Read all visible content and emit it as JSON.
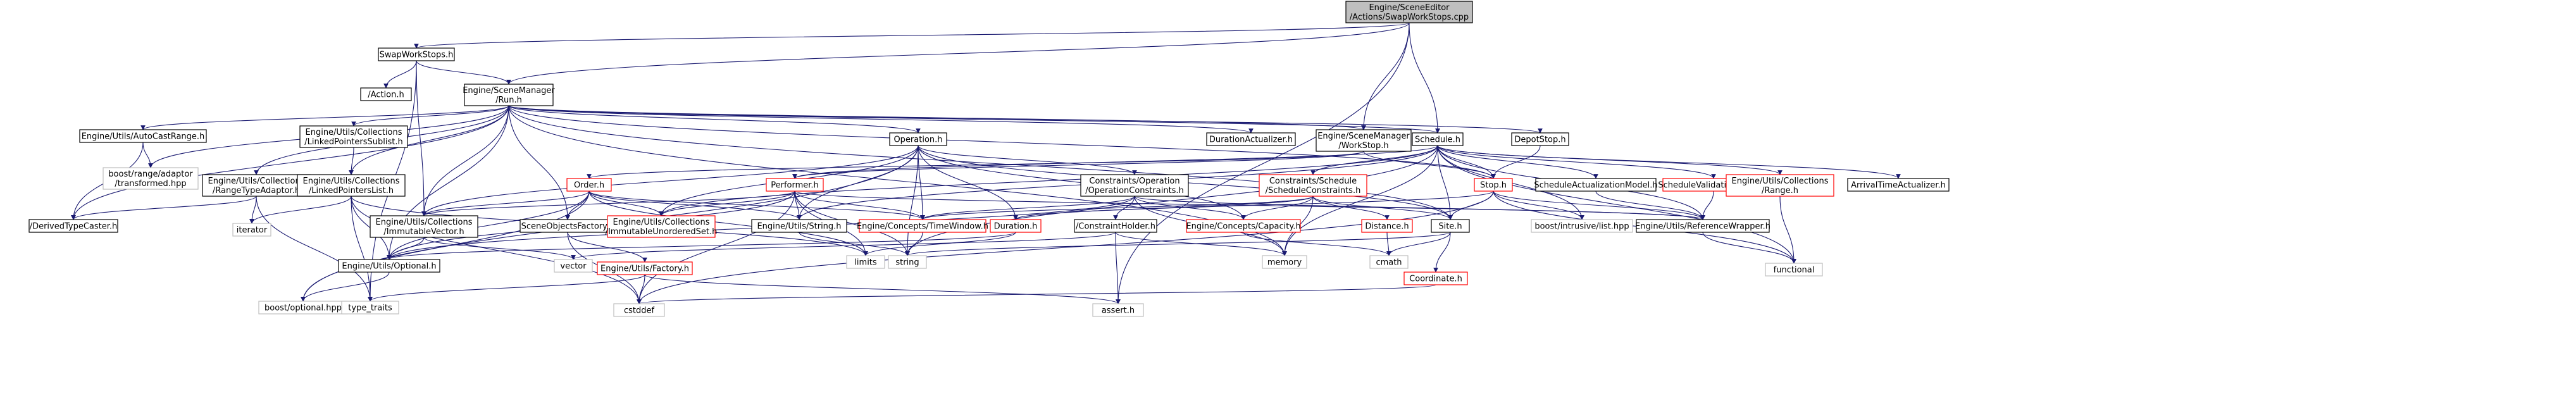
{
  "diagram": {
    "nodes": [
      {
        "id": "root",
        "lines": [
          "Engine/SceneEditor",
          "/Actions/SwapWorkStops.cpp"
        ],
        "style": "root"
      },
      {
        "id": "swapH",
        "lines": [
          "SwapWorkStops.h"
        ],
        "style": "normal"
      },
      {
        "id": "actionH",
        "lines": [
          "/Action.h"
        ],
        "style": "normal"
      },
      {
        "id": "runH",
        "lines": [
          "Engine/SceneManager",
          "/Run.h"
        ],
        "style": "normal"
      },
      {
        "id": "wsH",
        "lines": [
          "Engine/SceneManager",
          "/WorkStop.h"
        ],
        "style": "normal"
      },
      {
        "id": "schedH",
        "lines": [
          "Schedule.h"
        ],
        "style": "normal"
      },
      {
        "id": "autoCast",
        "lines": [
          "Engine/Utils/AutoCastRange.h"
        ],
        "style": "normal"
      },
      {
        "id": "lpSublist",
        "lines": [
          "Engine/Utils/Collections",
          "/LinkedPointersSublist.h"
        ],
        "style": "normal"
      },
      {
        "id": "operationH",
        "lines": [
          "Operation.h"
        ],
        "style": "normal"
      },
      {
        "id": "durActH",
        "lines": [
          "DurationActualizer.h"
        ],
        "style": "normal"
      },
      {
        "id": "depotStop",
        "lines": [
          "DepotStop.h"
        ],
        "style": "normal"
      },
      {
        "id": "boostRange",
        "lines": [
          "boost/range/adaptor",
          "/transformed.hpp"
        ],
        "style": "gray"
      },
      {
        "id": "rangeType",
        "lines": [
          "Engine/Utils/Collections",
          "/RangeTypeAdaptor.h"
        ],
        "style": "normal"
      },
      {
        "id": "lpList",
        "lines": [
          "Engine/Utils/Collections",
          "/LinkedPointersList.h"
        ],
        "style": "normal"
      },
      {
        "id": "orderH",
        "lines": [
          "Order.h"
        ],
        "style": "red"
      },
      {
        "id": "performerH",
        "lines": [
          "Performer.h"
        ],
        "style": "red"
      },
      {
        "id": "opConstraints",
        "lines": [
          "Constraints/Operation",
          "/OperationConstraints.h"
        ],
        "style": "normal"
      },
      {
        "id": "schedConstraints",
        "lines": [
          "Constraints/Schedule",
          "/ScheduleConstraints.h"
        ],
        "style": "red"
      },
      {
        "id": "stopH",
        "lines": [
          "Stop.h"
        ],
        "style": "red"
      },
      {
        "id": "schedActModel",
        "lines": [
          "ScheduleActualizationModel.h"
        ],
        "style": "normal"
      },
      {
        "id": "schedValModel",
        "lines": [
          "ScheduleValidationModel.h"
        ],
        "style": "red"
      },
      {
        "id": "rangeH",
        "lines": [
          "Engine/Utils/Collections",
          "/Range.h"
        ],
        "style": "red"
      },
      {
        "id": "arrivalTime",
        "lines": [
          "ArrivalTimeActualizer.h"
        ],
        "style": "normal"
      },
      {
        "id": "derivedType",
        "lines": [
          "/DerivedTypeCaster.h"
        ],
        "style": "normal"
      },
      {
        "id": "iterator",
        "lines": [
          "iterator"
        ],
        "style": "gray"
      },
      {
        "id": "immVector",
        "lines": [
          "Engine/Utils/Collections",
          "/ImmutableVector.h"
        ],
        "style": "normal"
      },
      {
        "id": "sceneObjFactory",
        "lines": [
          "SceneObjectsFactory.h"
        ],
        "style": "normal"
      },
      {
        "id": "immUnordered",
        "lines": [
          "Engine/Utils/Collections",
          "/ImmutableUnorderedSet.h"
        ],
        "style": "red"
      },
      {
        "id": "stringH",
        "lines": [
          "Engine/Utils/String.h"
        ],
        "style": "normal"
      },
      {
        "id": "timeWindow",
        "lines": [
          "Engine/Concepts/TimeWindow.h"
        ],
        "style": "red"
      },
      {
        "id": "durationH",
        "lines": [
          "Duration.h"
        ],
        "style": "red"
      },
      {
        "id": "constraintHolder",
        "lines": [
          "/ConstraintHolder.h"
        ],
        "style": "normal"
      },
      {
        "id": "capacity",
        "lines": [
          "Engine/Concepts/Capacity.h"
        ],
        "style": "red"
      },
      {
        "id": "distance",
        "lines": [
          "Distance.h"
        ],
        "style": "red"
      },
      {
        "id": "siteH",
        "lines": [
          "Site.h"
        ],
        "style": "normal"
      },
      {
        "id": "intrusiveList",
        "lines": [
          "boost/intrusive/list.hpp"
        ],
        "style": "gray"
      },
      {
        "id": "refWrapper",
        "lines": [
          "Engine/Utils/ReferenceWrapper.h"
        ],
        "style": "normal"
      },
      {
        "id": "optionalH",
        "lines": [
          "Engine/Utils/Optional.h"
        ],
        "style": "normal"
      },
      {
        "id": "vector",
        "lines": [
          "vector"
        ],
        "style": "gray"
      },
      {
        "id": "factory",
        "lines": [
          "Engine/Utils/Factory.h"
        ],
        "style": "red"
      },
      {
        "id": "limits",
        "lines": [
          "limits"
        ],
        "style": "gray"
      },
      {
        "id": "string",
        "lines": [
          "string"
        ],
        "style": "gray"
      },
      {
        "id": "memory",
        "lines": [
          "memory"
        ],
        "style": "gray"
      },
      {
        "id": "cmath",
        "lines": [
          "cmath"
        ],
        "style": "gray"
      },
      {
        "id": "coordinate",
        "lines": [
          "Coordinate.h"
        ],
        "style": "red"
      },
      {
        "id": "functional",
        "lines": [
          "functional"
        ],
        "style": "gray"
      },
      {
        "id": "boostOptional",
        "lines": [
          "boost/optional.hpp"
        ],
        "style": "gray"
      },
      {
        "id": "typeTraits",
        "lines": [
          "type_traits"
        ],
        "style": "gray"
      },
      {
        "id": "cstddef",
        "lines": [
          "cstddef"
        ],
        "style": "gray"
      },
      {
        "id": "assert",
        "lines": [
          "assert.h"
        ],
        "style": "gray"
      }
    ],
    "edges": [
      [
        "root",
        "swapH"
      ],
      [
        "root",
        "runH"
      ],
      [
        "root",
        "wsH"
      ],
      [
        "root",
        "schedH"
      ],
      [
        "root",
        "assert"
      ],
      [
        "swapH",
        "actionH"
      ],
      [
        "swapH",
        "runH"
      ],
      [
        "swapH",
        "immVector"
      ],
      [
        "swapH",
        "typeTraits"
      ],
      [
        "runH",
        "autoCast"
      ],
      [
        "runH",
        "lpSublist"
      ],
      [
        "runH",
        "operationH"
      ],
      [
        "runH",
        "durActH"
      ],
      [
        "runH",
        "depotStop"
      ],
      [
        "runH",
        "schedH"
      ],
      [
        "runH",
        "wsH"
      ],
      [
        "runH",
        "stopH"
      ],
      [
        "runH",
        "boostRange"
      ],
      [
        "runH",
        "rangeType"
      ],
      [
        "runH",
        "lpList"
      ],
      [
        "runH",
        "derivedType"
      ],
      [
        "runH",
        "immVector"
      ],
      [
        "runH",
        "sceneObjFactory"
      ],
      [
        "runH",
        "optionalH"
      ],
      [
        "runH",
        "memory"
      ],
      [
        "runH",
        "siteH"
      ],
      [
        "autoCast",
        "boostRange"
      ],
      [
        "autoCast",
        "derivedType"
      ],
      [
        "lpSublist",
        "lpList"
      ],
      [
        "operationH",
        "opConstraints"
      ],
      [
        "operationH",
        "immVector"
      ],
      [
        "operationH",
        "immUnordered"
      ],
      [
        "operationH",
        "timeWindow"
      ],
      [
        "operationH",
        "durationH"
      ],
      [
        "operationH",
        "capacity"
      ],
      [
        "operationH",
        "siteH"
      ],
      [
        "operationH",
        "string"
      ],
      [
        "operationH",
        "stringH"
      ],
      [
        "operationH",
        "boostOptional"
      ],
      [
        "wsH",
        "stopH"
      ],
      [
        "wsH",
        "orderH"
      ],
      [
        "wsH",
        "performerH"
      ],
      [
        "depotStop",
        "stopH"
      ],
      [
        "schedH",
        "performerH"
      ],
      [
        "schedH",
        "schedConstraints"
      ],
      [
        "schedH",
        "stopH"
      ],
      [
        "schedH",
        "schedActModel"
      ],
      [
        "schedH",
        "schedValModel"
      ],
      [
        "schedH",
        "rangeH"
      ],
      [
        "schedH",
        "arrivalTime"
      ],
      [
        "schedH",
        "siteH"
      ],
      [
        "schedH",
        "functional"
      ],
      [
        "schedH",
        "refWrapper"
      ],
      [
        "schedH",
        "intrusiveList"
      ],
      [
        "schedH",
        "memory"
      ],
      [
        "schedH",
        "immUnordered"
      ],
      [
        "schedH",
        "stringH"
      ],
      [
        "schedH",
        "string"
      ],
      [
        "rangeType",
        "derivedType"
      ],
      [
        "rangeType",
        "iterator"
      ],
      [
        "rangeType",
        "typeTraits"
      ],
      [
        "lpList",
        "iterator"
      ],
      [
        "lpList",
        "optionalH"
      ],
      [
        "lpList",
        "typeTraits"
      ],
      [
        "lpList",
        "cstddef"
      ],
      [
        "lpList",
        "limits"
      ],
      [
        "orderH",
        "immVector"
      ],
      [
        "orderH",
        "sceneObjFactory"
      ],
      [
        "orderH",
        "immUnordered"
      ],
      [
        "orderH",
        "stringH"
      ],
      [
        "orderH",
        "optionalH"
      ],
      [
        "orderH",
        "timeWindow"
      ],
      [
        "orderH",
        "boostOptional"
      ],
      [
        "orderH",
        "limits"
      ],
      [
        "performerH",
        "immVector"
      ],
      [
        "performerH",
        "immUnordered"
      ],
      [
        "performerH",
        "stringH"
      ],
      [
        "performerH",
        "timeWindow"
      ],
      [
        "performerH",
        "optionalH"
      ],
      [
        "performerH",
        "refWrapper"
      ],
      [
        "performerH",
        "cstddef"
      ],
      [
        "performerH",
        "string"
      ],
      [
        "performerH",
        "limits"
      ],
      [
        "opConstraints",
        "constraintHolder"
      ],
      [
        "opConstraints",
        "capacity"
      ],
      [
        "opConstraints",
        "timeWindow"
      ],
      [
        "opConstraints",
        "memory"
      ],
      [
        "opConstraints",
        "optionalH"
      ],
      [
        "opConstraints",
        "refWrapper"
      ],
      [
        "schedConstraints",
        "timeWindow"
      ],
      [
        "schedConstraints",
        "durationH"
      ],
      [
        "schedConstraints",
        "distance"
      ],
      [
        "schedConstraints",
        "capacity"
      ],
      [
        "schedConstraints",
        "memory"
      ],
      [
        "schedConstraints",
        "siteH"
      ],
      [
        "stopH",
        "refWrapper"
      ],
      [
        "stopH",
        "intrusiveList"
      ],
      [
        "stopH",
        "functional"
      ],
      [
        "stopH",
        "cstddef"
      ],
      [
        "stopH",
        "durationH"
      ],
      [
        "stopH",
        "siteH"
      ],
      [
        "schedActModel",
        "refWrapper"
      ],
      [
        "schedValModel",
        "refWrapper"
      ],
      [
        "rangeH",
        "functional"
      ],
      [
        "immVector",
        "vector"
      ],
      [
        "immVector",
        "optionalH"
      ],
      [
        "sceneObjFactory",
        "factory"
      ],
      [
        "sceneObjFactory",
        "cstddef"
      ],
      [
        "stringH",
        "string"
      ],
      [
        "timeWindow",
        "string"
      ],
      [
        "durationH",
        "optionalH"
      ],
      [
        "durationH",
        "limits"
      ],
      [
        "constraintHolder",
        "memory"
      ],
      [
        "constraintHolder",
        "assert"
      ],
      [
        "constraintHolder",
        "vector"
      ],
      [
        "capacity",
        "cmath"
      ],
      [
        "distance",
        "cmath"
      ],
      [
        "siteH",
        "coordinate"
      ],
      [
        "siteH",
        "cmath"
      ],
      [
        "siteH",
        "string"
      ],
      [
        "refWrapper",
        "functional"
      ],
      [
        "optionalH",
        "boostOptional"
      ],
      [
        "factory",
        "typeTraits"
      ],
      [
        "factory",
        "cstddef"
      ],
      [
        "factory",
        "assert"
      ],
      [
        "coordinate",
        "cstddef"
      ]
    ]
  }
}
